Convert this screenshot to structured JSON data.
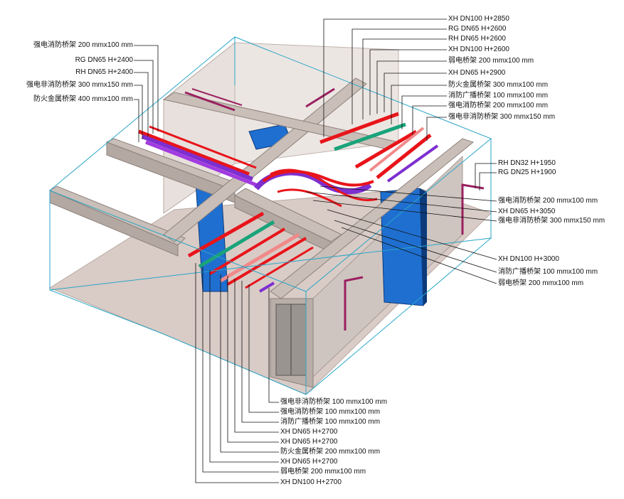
{
  "labels_top_right": [
    "XH DN100 H+2850",
    "RG DN65 H+2600",
    "RH DN65 H+2600",
    "XH DN100 H+2600",
    "弱电桥架 200 mmx100 mm",
    "XH DN65 H+2900",
    "防火金属桥架 300 mmx100 mm",
    "消防广播桥架 100 mmx100 mm",
    "强电消防桥架 200 mmx100 mm",
    "强电非消防桥架 300 mmx150 mm"
  ],
  "labels_top_left": [
    "强电消防桥架 200 mmx100 mm",
    "RG DN65 H+2400",
    "RH DN65 H+2400",
    "强电非消防桥架 300 mmx150 mm",
    "防火金属桥架 400 mmx100 mm"
  ],
  "labels_right_mid": [
    "RH DN32 H+1950",
    "RG DN25 H+1900"
  ],
  "labels_right_center": [
    "强电消防桥架 200 mmx100 mm",
    "XH DN65 H+3050",
    "强电非消防桥架 300 mmx150 mm"
  ],
  "labels_right_low": [
    "XH DN100 H+3000",
    "消防广播桥架 100 mmx100 mm",
    "弱电桥架 200 mmx100 mm"
  ],
  "labels_bottom": [
    "强电非消防桥架 100 mmx100 mm",
    "强电消防桥架 100 mmx100 mm",
    "消防广播桥架 100 mmx100 mm",
    "XH DN65 H+2700",
    "XH DN65 H+2700",
    "防火金属桥架 200 mmx100 mm",
    "XH DN65 H+2700",
    "弱电桥架 200 mmx100 mm",
    "XH DN100 H+2700"
  ],
  "colors": {
    "frame": "#2aa6c8",
    "concrete": "#c9bfb8",
    "floor": "#d9cbc6",
    "fire_pipe": "#e8141a",
    "violet_tray": "#7d2fd0",
    "green_tray": "#1aa37a",
    "pink_pipe": "#f08a8a",
    "duct_blue": "#1f6fd0",
    "magenta_pipe": "#9a2060"
  }
}
